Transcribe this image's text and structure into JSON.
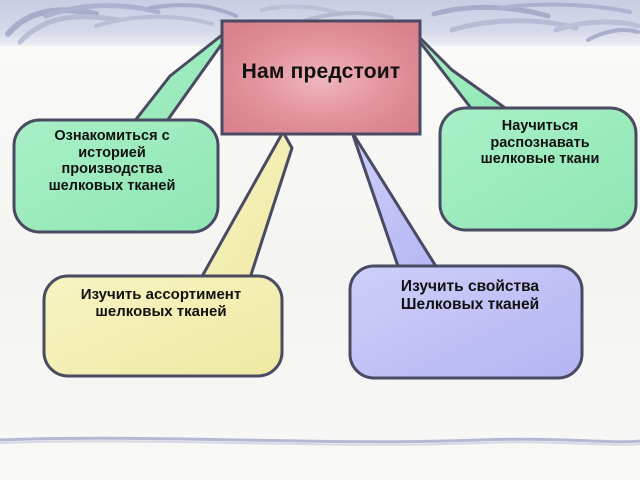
{
  "slide": {
    "background_color": "#f7f7f5",
    "top_band_color": "#ccd0e4",
    "decor_stroke_color": "#9aa0c2",
    "outline_color": "#4a4a63"
  },
  "center": {
    "label": "Нам предстоит",
    "fill_color": "#e08a95",
    "text_color": "#111111",
    "shape": "rectangle"
  },
  "branches": [
    {
      "id": "history",
      "label": "Ознакомиться с\nисторией\nпроизводства\nшелковых тканей",
      "fill_color": "#95eaba",
      "text_color": "#111111",
      "shape": "rounded-callout",
      "tail_direction": "up-right"
    },
    {
      "id": "recognize",
      "label": "Научиться\nраспознавать\nшелковые ткани",
      "fill_color": "#95eaba",
      "text_color": "#111111",
      "shape": "rounded-callout",
      "tail_direction": "up-left"
    },
    {
      "id": "assortment",
      "label": "Изучить ассортимент\nшелковых тканей",
      "fill_color": "#f4f0b0",
      "text_color": "#111111",
      "shape": "rounded-callout",
      "tail_direction": "up-right"
    },
    {
      "id": "properties",
      "label": "Изучить свойства\nШелковых тканей",
      "fill_color": "#bdbdf7",
      "text_color": "#111111",
      "shape": "rounded-callout",
      "tail_direction": "up-left"
    }
  ]
}
